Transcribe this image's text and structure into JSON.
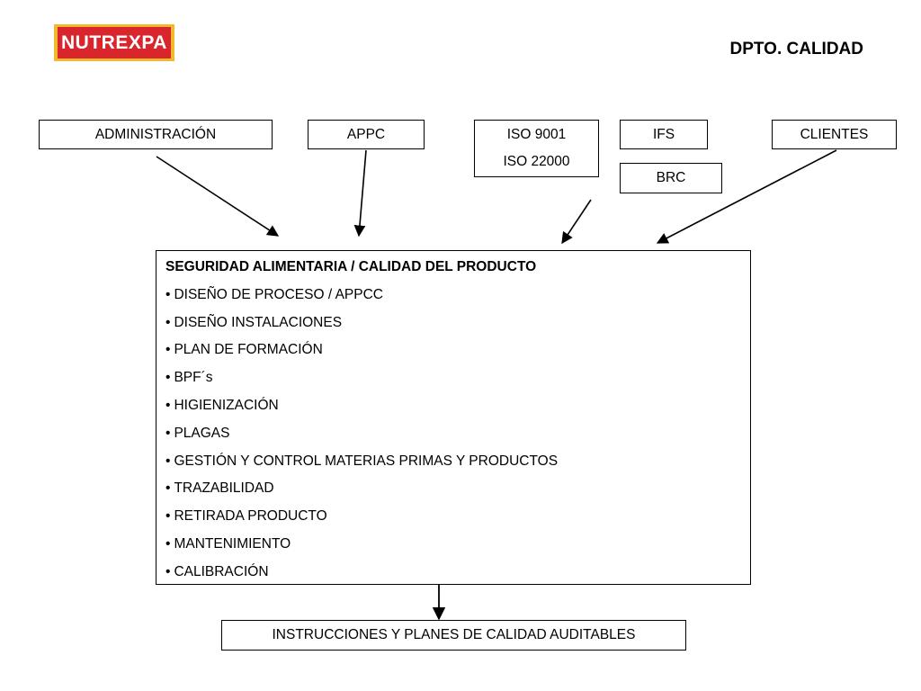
{
  "logo": {
    "text": "NUTREXPA"
  },
  "header": {
    "title": "DPTO. CALIDAD"
  },
  "inputs": {
    "admin": "ADMINISTRACIÓN",
    "appc": "APPC",
    "iso_lines": [
      "ISO 9001",
      "ISO 22000"
    ],
    "ifs": "IFS",
    "brc": "BRC",
    "clients": "CLIENTES"
  },
  "main": {
    "title": "SEGURIDAD ALIMENTARIA / CALIDAD DEL PRODUCTO",
    "bullet": "•",
    "items": [
      "DISEÑO DE PROCESO / APPCC",
      "DISEÑO INSTALACIONES",
      "PLAN DE FORMACIÓN",
      "BPF´s",
      "HIGIENIZACIÓN",
      "PLAGAS",
      "GESTIÓN Y CONTROL MATERIAS PRIMAS Y PRODUCTOS",
      "TRAZABILIDAD",
      "RETIRADA PRODUCTO",
      "MANTENIMIENTO",
      "CALIBRACIÓN"
    ]
  },
  "output": {
    "label": "INSTRUCCIONES Y PLANES DE CALIDAD AUDITABLES"
  },
  "colors": {
    "logo_red": "#d8262c",
    "logo_yellow": "#f2b92e",
    "line": "#000000"
  }
}
